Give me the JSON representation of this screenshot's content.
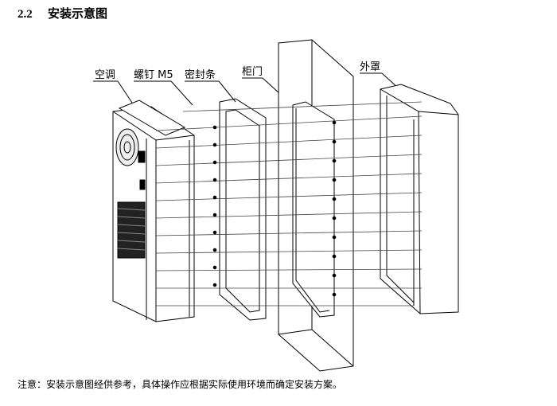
{
  "section": {
    "number": "2.2",
    "title": "安装示意图"
  },
  "figure": {
    "labels": {
      "air_conditioner": "空调",
      "screw": "螺钉 M5",
      "seal_strip": "密封条",
      "cabinet_door": "柜门",
      "outer_cover": "外罩"
    }
  },
  "note": "注意：安装示意图经供参考，具体操作应根据实际使用环境而确定安装方案。"
}
